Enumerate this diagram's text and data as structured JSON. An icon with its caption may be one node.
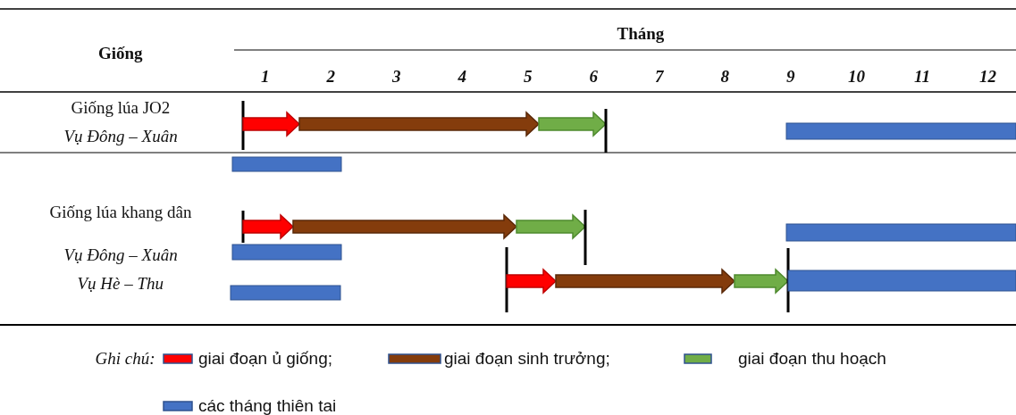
{
  "diagram": {
    "labels": [
      "Giống",
      "Tháng",
      "1",
      "2",
      "3",
      "4",
      "5",
      "6",
      "7",
      "8",
      "9",
      "10",
      "11",
      "12",
      "Giống lúa JO2",
      "Vụ Đông – Xuân",
      "Giống lúa khang dân",
      "Vụ Đông – Xuân",
      "Vụ Hè – Thu",
      "Ghi chú:"
    ],
    "legend": [
      {
        "text": "giai đoạn ủ giống;",
        "color": "#ff0000"
      },
      {
        "text": "giai đoạn sinh trưởng;",
        "color": "#843c0c"
      },
      {
        "text": "giai đoạn thu hoạch",
        "color": "#70ad47"
      },
      {
        "text": "các tháng thiên tai",
        "color": "#4472c4"
      }
    ]
  }
}
